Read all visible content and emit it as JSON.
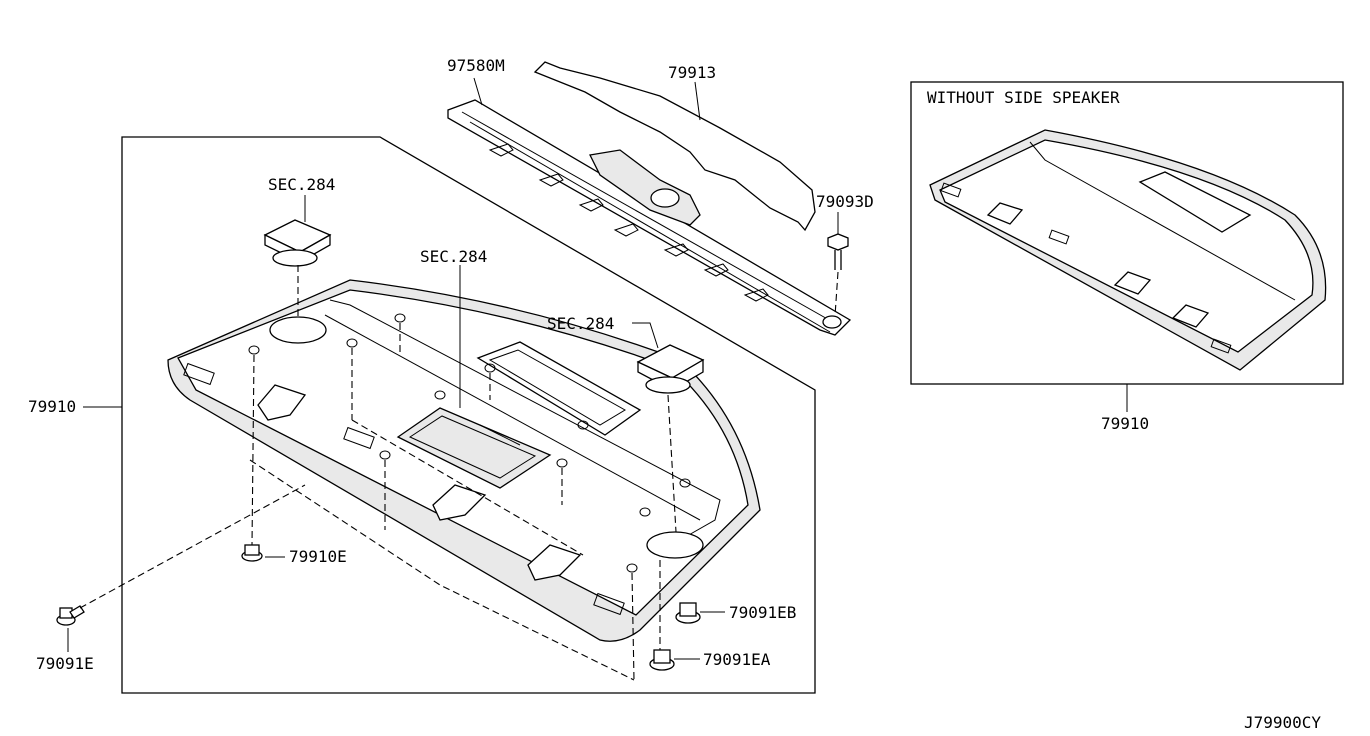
{
  "labels": {
    "sec284_left": "SEC.284",
    "sec284_center": "SEC.284",
    "sec284_right": "SEC.284",
    "p97580m": "97580M",
    "p79913": "79913",
    "p79093d": "79093D",
    "p79910_main": "79910",
    "p79910e": "79910E",
    "p79091eb": "79091EB",
    "p79091ea": "79091EA",
    "p79091e": "79091E",
    "inset_title": "WITHOUT SIDE SPEAKER",
    "p79910_inset": "79910",
    "diagram_code": "J79900CY"
  }
}
